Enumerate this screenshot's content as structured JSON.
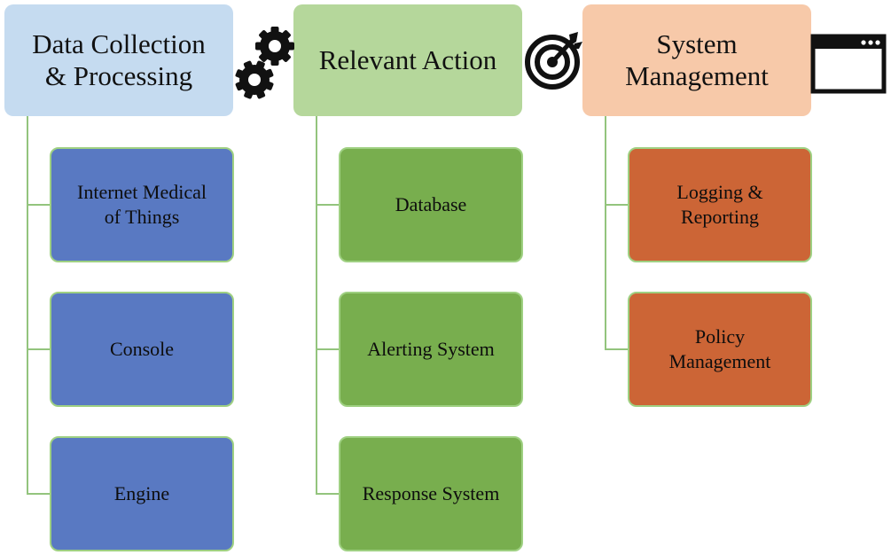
{
  "columns": [
    {
      "title": "Data Collection\n& Processing",
      "color": "#c5dbf0",
      "items": [
        "Internet Medical\nof Things",
        "Console",
        "Engine"
      ],
      "item_color": "#5979c2"
    },
    {
      "title": "Relevant Action",
      "color": "#b5d79b",
      "items": [
        "Database",
        "Alerting System",
        "Response System"
      ],
      "item_color": "#78ae4e"
    },
    {
      "title": "System\nManagement",
      "color": "#f7c9a9",
      "items": [
        "Logging &\nReporting",
        "Policy\nManagement"
      ],
      "item_color": "#cc6536"
    }
  ],
  "icons": [
    "gears-icon",
    "target-icon",
    "browser-window-icon"
  ]
}
